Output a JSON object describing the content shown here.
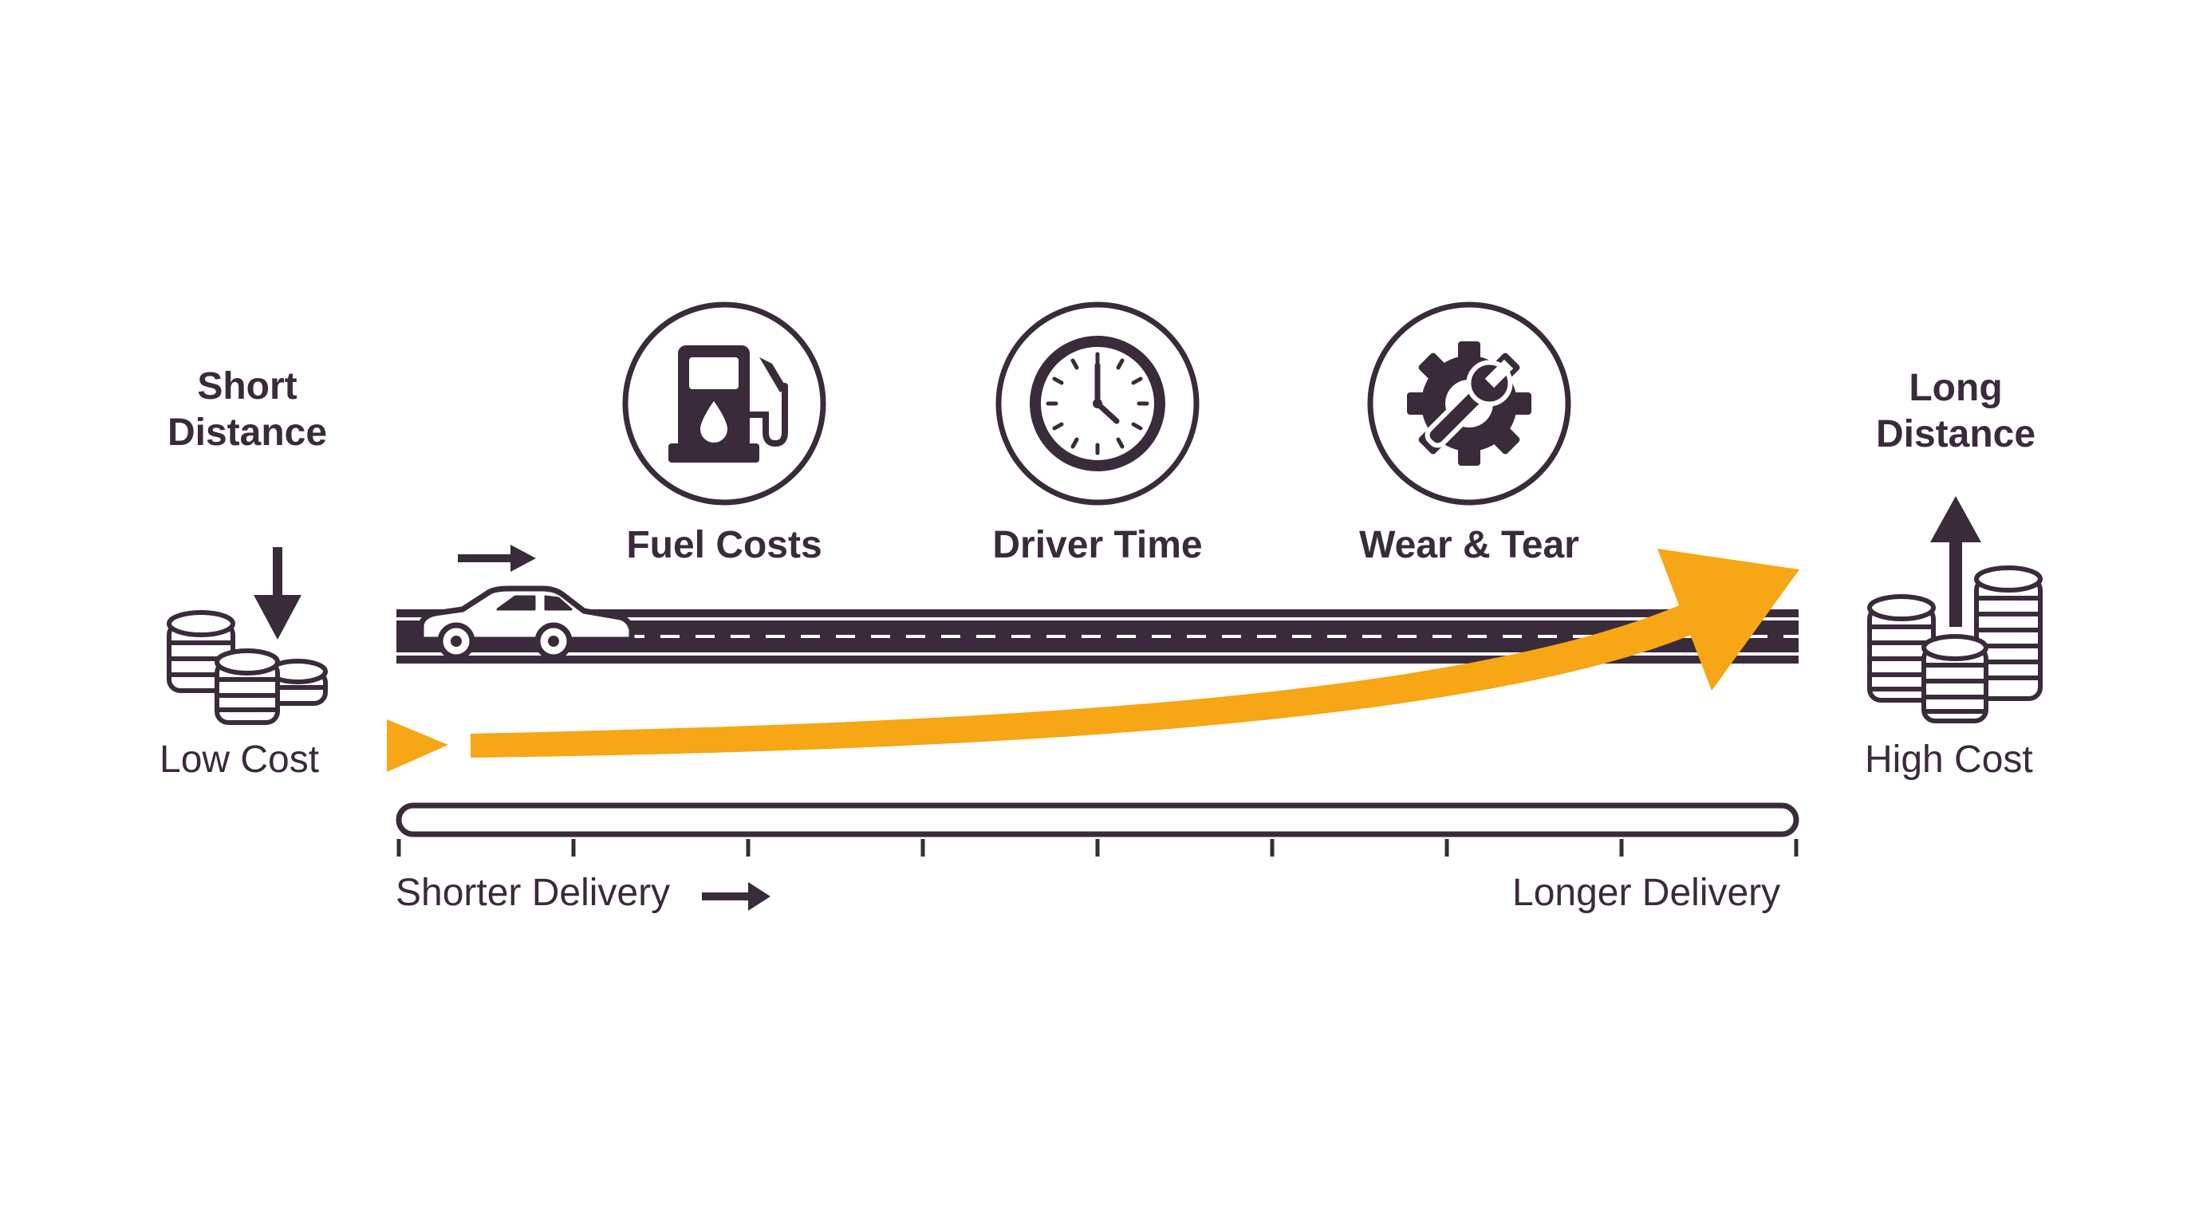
{
  "colors": {
    "primary": "#3a2b3b",
    "accent": "#f7a616",
    "background": "#ffffff"
  },
  "short_distance": {
    "title_line1": "Short",
    "title_line2": "Distance",
    "cost_label": "Low Cost",
    "icon": "coins-decrease-icon"
  },
  "long_distance": {
    "title_line1": "Long",
    "title_line2": "Distance",
    "cost_label": "High Cost",
    "icon": "coins-increase-icon"
  },
  "factors": [
    {
      "label": "Fuel Costs",
      "icon": "fuel-pump-icon"
    },
    {
      "label": "Driver Time",
      "icon": "clock-icon"
    },
    {
      "label": "Wear & Tear",
      "icon": "gear-wrench-icon"
    }
  ],
  "timeline": {
    "start_label": "Shorter Delivery",
    "end_label": "Longer Delivery"
  }
}
